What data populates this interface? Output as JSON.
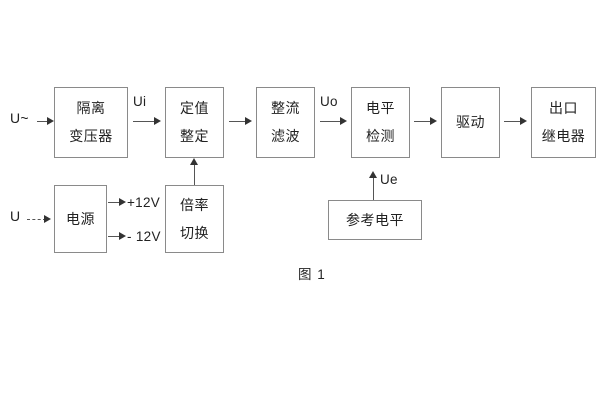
{
  "figure": {
    "caption": "图 1",
    "colors": {
      "box_border": "#8a8a8a",
      "line": "#555555",
      "arrow": "#333333",
      "text": "#222222",
      "background": "#ffffff"
    }
  },
  "blocks": {
    "isolation_transformer": {
      "line1": "隔离",
      "line2": "变压器"
    },
    "setting_value": {
      "line1": "定值",
      "line2": "整定"
    },
    "rectify_filter": {
      "line1": "整流",
      "line2": "滤波"
    },
    "level_detection": {
      "line1": "电平",
      "line2": "检测"
    },
    "drive": {
      "line1": "驱动"
    },
    "output_relay": {
      "line1": "出口",
      "line2": "继电器"
    },
    "power_supply": {
      "line1": "电源"
    },
    "ratio_switch": {
      "line1": "倍率",
      "line2": "切换"
    },
    "reference_level": {
      "line1": "参考电平"
    }
  },
  "signals": {
    "input_ac": "U~",
    "input_dc": "U",
    "ui": "Ui",
    "uo": "Uo",
    "ue": "Ue",
    "rail_positive": "+12V",
    "rail_negative": "- 12V"
  }
}
